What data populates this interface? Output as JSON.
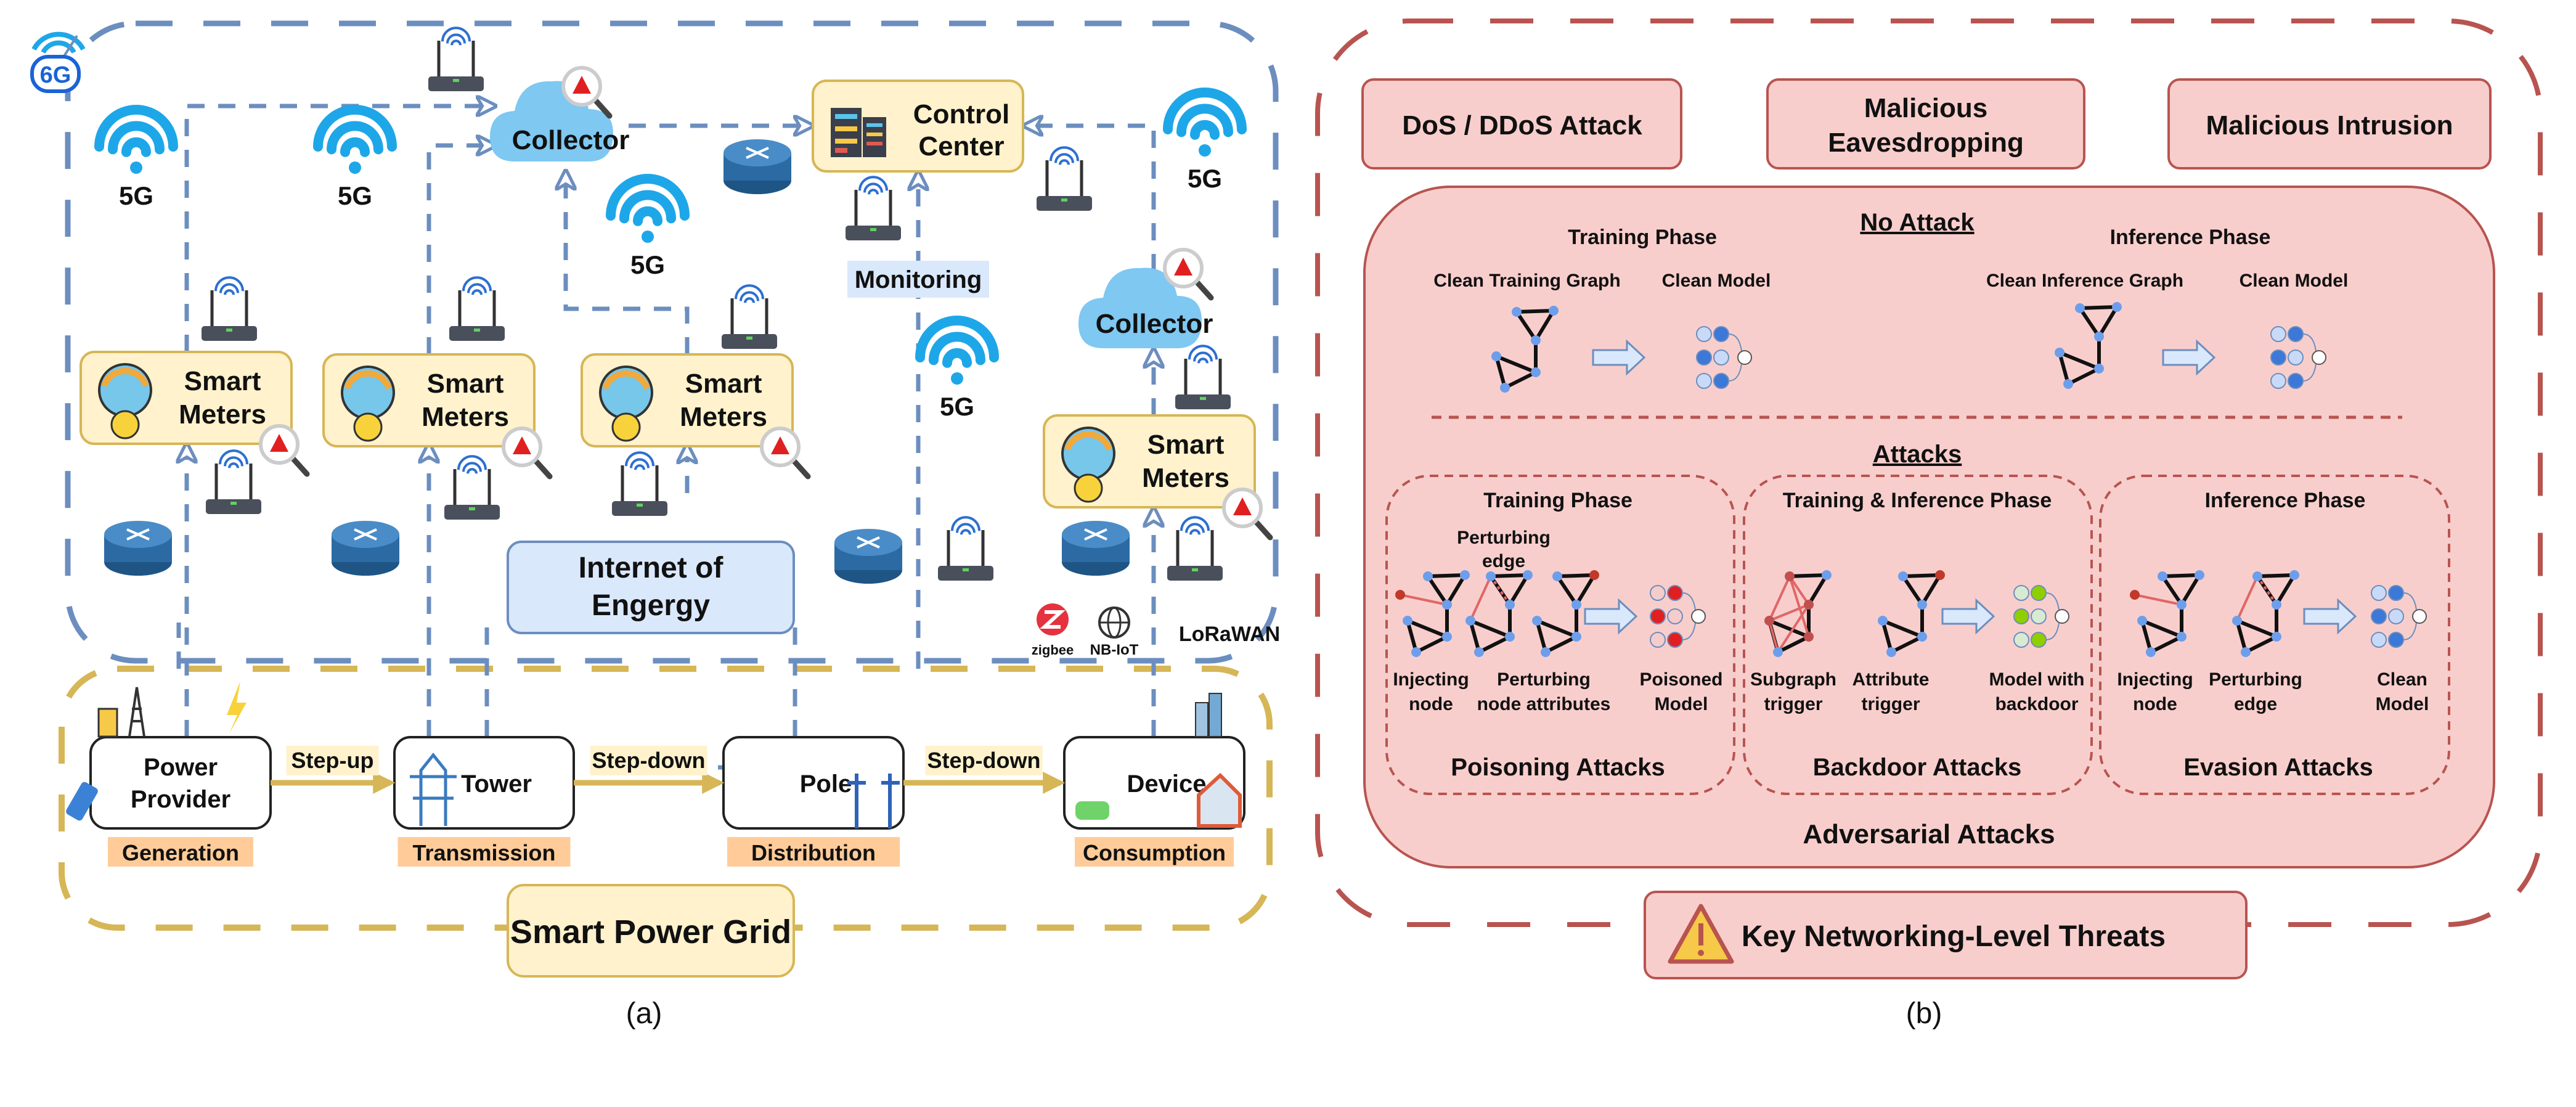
{
  "colors": {
    "iot_dash": "#6c8ebf",
    "grid_dash": "#d6b656",
    "threat_dash": "#b85450",
    "yellow_fill": "#fff2cc",
    "blue_fill": "#dae8fc",
    "pink_fill": "#f8cecc",
    "stage_label_fill": "#ffcc99",
    "wifi_blue": "#1ea7e8",
    "attack_red": "#e06666"
  },
  "panel_a": {
    "caption": "(a)",
    "badge_6g": "6G",
    "collector_label": "Collector",
    "control_center": [
      "Control",
      "Center"
    ],
    "monitoring": "Monitoring",
    "wifi_label": "5G",
    "smart_meters": [
      "Smart",
      "Meters"
    ],
    "iot_title": [
      "Internet of",
      "Engergy"
    ],
    "protocols": [
      "zigbee",
      "NB-IoT",
      "LoRaWAN"
    ],
    "grid": {
      "title": "Smart Power Grid",
      "nodes": [
        {
          "name": [
            "Power",
            "Provider"
          ],
          "stage": "Generation",
          "icon": "power-plug-icon"
        },
        {
          "name": [
            "Tower"
          ],
          "stage": "Transmission",
          "icon": "transmission-tower-icon"
        },
        {
          "name": [
            "Pole"
          ],
          "stage": "Distribution",
          "icon": "utility-pole-icon"
        },
        {
          "name": [
            "Device"
          ],
          "stage": "Consumption",
          "icon": "house-car-icon"
        }
      ],
      "steps": [
        "Step-up",
        "Step-down",
        "Step-down"
      ]
    }
  },
  "panel_b": {
    "caption": "(b)",
    "threats": [
      "DoS / DDoS Attack",
      [
        "Malicious",
        "Eavesdropping"
      ],
      "Malicious Intrusion"
    ],
    "no_attack": {
      "title": "No Attack",
      "training_phase": "Training Phase",
      "inference_phase": "Inference Phase",
      "clean_training_graph": "Clean Training Graph",
      "clean_inference_graph": "Clean Inference Graph",
      "clean_model": "Clean Model"
    },
    "attacks": {
      "title": "Attacks",
      "poisoning": {
        "phase": "Training Phase",
        "perturbing_edge": [
          "Perturbing",
          "edge"
        ],
        "labels": [
          [
            "Injecting",
            "node"
          ],
          [
            "Perturbing",
            "node attributes"
          ],
          [
            "Poisoned",
            "Model"
          ]
        ],
        "name": "Poisoning Attacks"
      },
      "backdoor": {
        "phase": "Training & Inference Phase",
        "labels": [
          [
            "Subgraph",
            "trigger"
          ],
          [
            "Attribute",
            "trigger"
          ],
          [
            "Model with",
            "backdoor"
          ]
        ],
        "name": "Backdoor Attacks"
      },
      "evasion": {
        "phase": "Inference Phase",
        "labels": [
          [
            "Injecting",
            "node"
          ],
          [
            "Perturbing",
            "edge"
          ],
          [
            "Clean",
            "Model"
          ]
        ],
        "name": "Evasion Attacks"
      }
    },
    "adversarial_title": "Adversarial Attacks",
    "key_threats": "Key Networking-Level Threats"
  }
}
